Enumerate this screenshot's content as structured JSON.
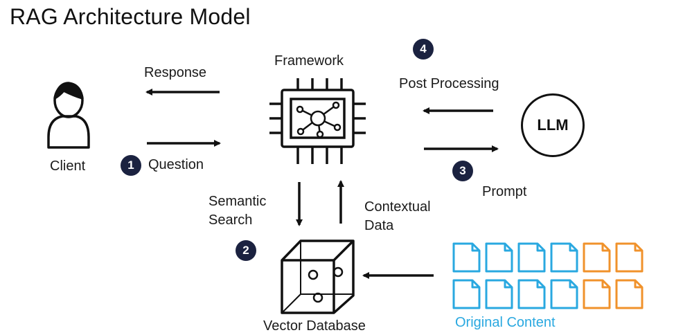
{
  "title": "RAG Architecture Model",
  "nodes": {
    "client": "Client",
    "framework": "Framework",
    "llm": "LLM",
    "vector_db": "Vector Database",
    "original_content": "Original Content"
  },
  "edges": {
    "response": "Response",
    "question": "Question",
    "post_processing": "Post Processing",
    "prompt": "Prompt",
    "semantic_search_line1": "Semantic",
    "semantic_search_line2": "Search",
    "contextual_data_line1": "Contextual",
    "contextual_data_line2": "Data"
  },
  "steps": [
    "1",
    "2",
    "3",
    "4"
  ],
  "colors": {
    "badge": "#1b2240",
    "doc_blue": "#29a8e0",
    "doc_orange": "#f0922b",
    "content_label": "#29a8e0",
    "stroke": "#111111"
  },
  "icons": [
    "user-icon",
    "chip-icon",
    "cube-icon",
    "document-icon"
  ]
}
